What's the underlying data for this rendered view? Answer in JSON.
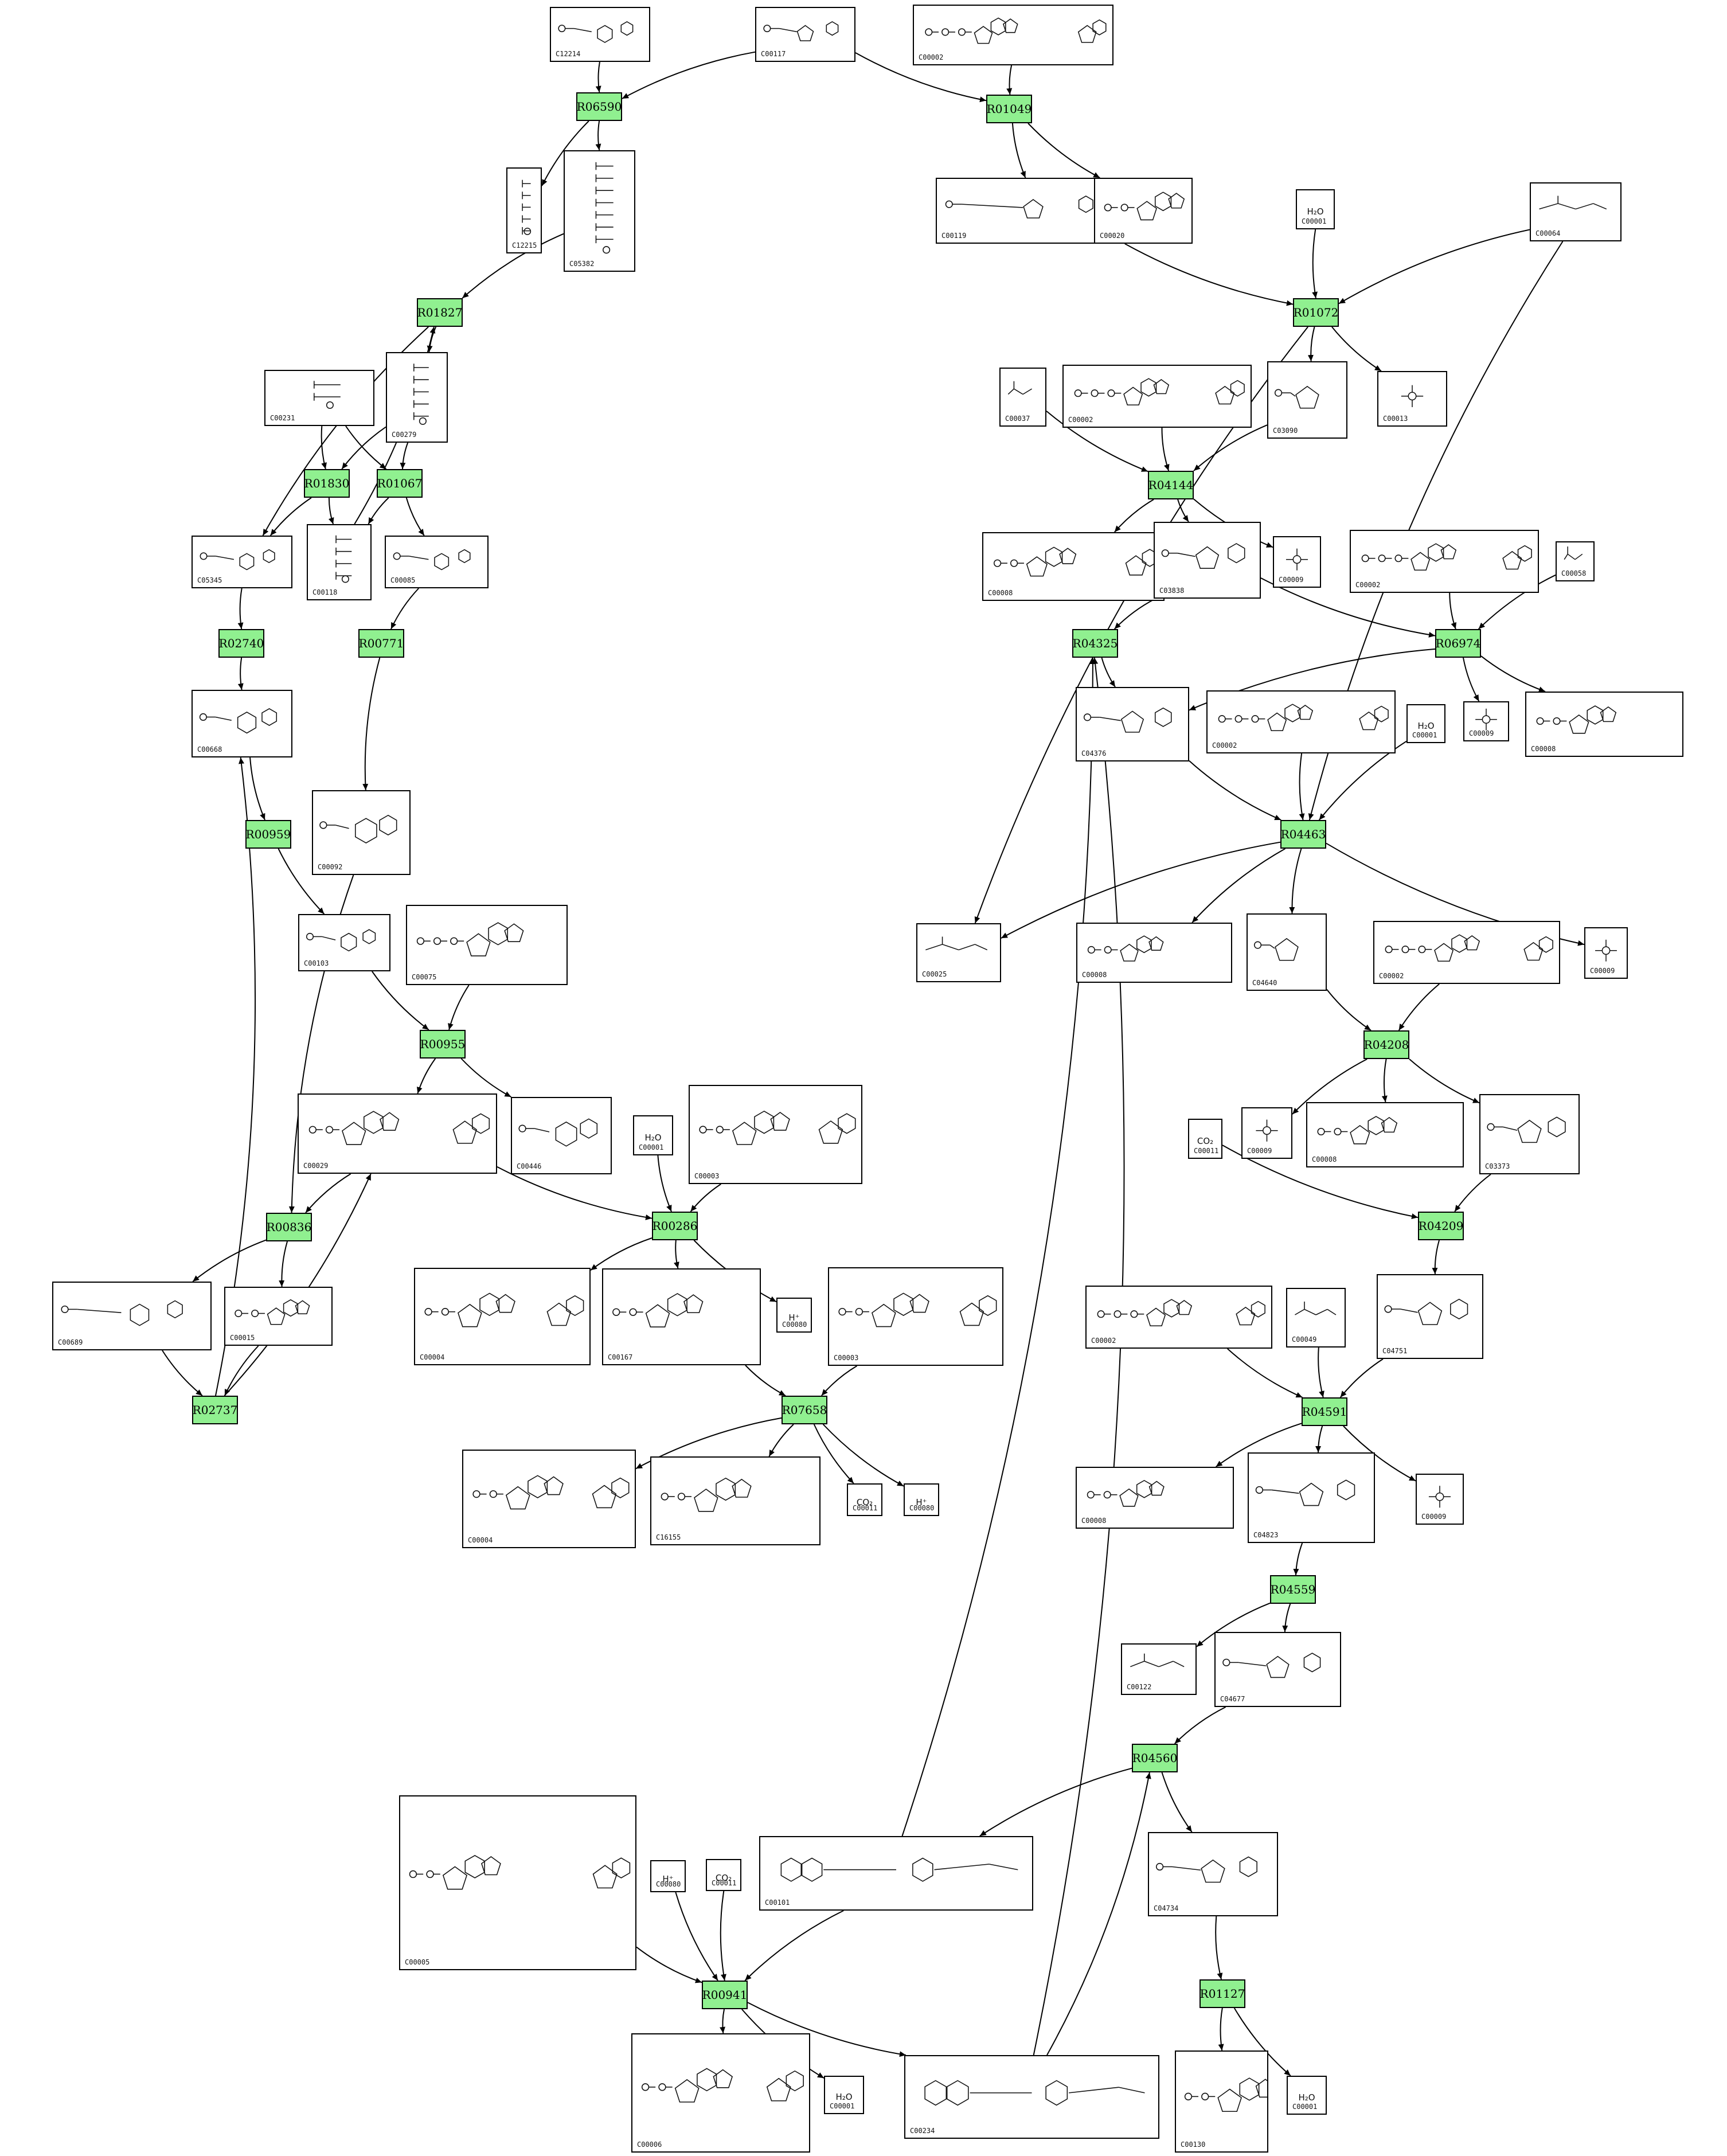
{
  "reaction_fill": "#90f090",
  "edge_color": "#000000",
  "reactions": [
    {
      "key": "R06590",
      "label": "R06590"
    },
    {
      "key": "R01049",
      "label": "R01049"
    },
    {
      "key": "R01827",
      "label": "R01827"
    },
    {
      "key": "R01072",
      "label": "R01072"
    },
    {
      "key": "R01830",
      "label": "R01830"
    },
    {
      "key": "R01067",
      "label": "R01067"
    },
    {
      "key": "R04144",
      "label": "R04144"
    },
    {
      "key": "R02740",
      "label": "R02740"
    },
    {
      "key": "R00771",
      "label": "R00771"
    },
    {
      "key": "R04325",
      "label": "R04325"
    },
    {
      "key": "R06974",
      "label": "R06974"
    },
    {
      "key": "R00959",
      "label": "R00959"
    },
    {
      "key": "R04463",
      "label": "R04463"
    },
    {
      "key": "R00955",
      "label": "R00955"
    },
    {
      "key": "R04208",
      "label": "R04208"
    },
    {
      "key": "R00836",
      "label": "R00836"
    },
    {
      "key": "R00286",
      "label": "R00286"
    },
    {
      "key": "R04209",
      "label": "R04209"
    },
    {
      "key": "R02737",
      "label": "R02737"
    },
    {
      "key": "R07658",
      "label": "R07658"
    },
    {
      "key": "R04591",
      "label": "R04591"
    },
    {
      "key": "R04559",
      "label": "R04559"
    },
    {
      "key": "R04560",
      "label": "R04560"
    },
    {
      "key": "R00941",
      "label": "R00941"
    },
    {
      "key": "R01127",
      "label": "R01127"
    }
  ],
  "compounds": [
    {
      "key": "C12214",
      "id": "C12214",
      "icon": "sugar-phosphate"
    },
    {
      "key": "C00117",
      "id": "C00117",
      "icon": "ribose-phosphate"
    },
    {
      "key": "C00002a",
      "id": "C00002",
      "icon": "nucleotide-triphosphate"
    },
    {
      "key": "C12215",
      "id": "C12215",
      "icon": "chain-phosphate"
    },
    {
      "key": "C05382",
      "id": "C05382",
      "icon": "chain-phosphate"
    },
    {
      "key": "C00119",
      "id": "C00119",
      "icon": "ribose-phosphate"
    },
    {
      "key": "C00020",
      "id": "C00020",
      "icon": "nucleotide"
    },
    {
      "key": "C00001a",
      "id": "C00001",
      "icon": "water",
      "formula": "H₂O"
    },
    {
      "key": "C00064",
      "id": "C00064",
      "icon": "amino-acid"
    },
    {
      "key": "C00231",
      "id": "C00231",
      "icon": "chain-phosphate"
    },
    {
      "key": "C00279",
      "id": "C00279",
      "icon": "chain-phosphate"
    },
    {
      "key": "C00037",
      "id": "C00037",
      "icon": "amino-acid"
    },
    {
      "key": "C00002b",
      "id": "C00002",
      "icon": "nucleotide-triphosphate"
    },
    {
      "key": "C03090",
      "id": "C03090",
      "icon": "ribose-phosphate"
    },
    {
      "key": "C00013",
      "id": "C00013",
      "icon": "phosphate"
    },
    {
      "key": "C05345",
      "id": "C05345",
      "icon": "sugar-phosphate"
    },
    {
      "key": "C00118",
      "id": "C00118",
      "icon": "chain-phosphate"
    },
    {
      "key": "C00085",
      "id": "C00085",
      "icon": "sugar-phosphate"
    },
    {
      "key": "C00008a",
      "id": "C00008",
      "icon": "nucleotide"
    },
    {
      "key": "C03838",
      "id": "C03838",
      "icon": "ribose-phosphate"
    },
    {
      "key": "C00009a",
      "id": "C00009",
      "icon": "phosphate"
    },
    {
      "key": "C00002c",
      "id": "C00002",
      "icon": "nucleotide-triphosphate"
    },
    {
      "key": "C00058",
      "id": "C00058",
      "icon": "formate"
    },
    {
      "key": "C00668",
      "id": "C00668",
      "icon": "sugar-phosphate"
    },
    {
      "key": "C04376",
      "id": "C04376",
      "icon": "ribose-phosphate"
    },
    {
      "key": "C00002d",
      "id": "C00002",
      "icon": "nucleotide-triphosphate"
    },
    {
      "key": "C00001b",
      "id": "C00001",
      "icon": "water",
      "formula": "H₂O"
    },
    {
      "key": "C00009b",
      "id": "C00009",
      "icon": "phosphate"
    },
    {
      "key": "C00008b",
      "id": "C00008",
      "icon": "nucleotide"
    },
    {
      "key": "C00092",
      "id": "C00092",
      "icon": "sugar-phosphate"
    },
    {
      "key": "C00025",
      "id": "C00025",
      "icon": "amino-acid"
    },
    {
      "key": "C00008c",
      "id": "C00008",
      "icon": "nucleotide"
    },
    {
      "key": "C04640",
      "id": "C04640",
      "icon": "ribose-phosphate"
    },
    {
      "key": "C00002e",
      "id": "C00002",
      "icon": "nucleotide-triphosphate"
    },
    {
      "key": "C00009c",
      "id": "C00009",
      "icon": "phosphate"
    },
    {
      "key": "C00103",
      "id": "C00103",
      "icon": "sugar-phosphate"
    },
    {
      "key": "C00075",
      "id": "C00075",
      "icon": "nucleotide-triphosphate"
    },
    {
      "key": "C00029",
      "id": "C00029",
      "icon": "nucleotide"
    },
    {
      "key": "C00446",
      "id": "C00446",
      "icon": "sugar-phosphate"
    },
    {
      "key": "C00001c",
      "id": "C00001",
      "icon": "water",
      "formula": "H₂O"
    },
    {
      "key": "C00003a",
      "id": "C00003",
      "icon": "nucleotide"
    },
    {
      "key": "C00011a",
      "id": "C00011",
      "icon": "co2",
      "formula": "CO₂"
    },
    {
      "key": "C00009d",
      "id": "C00009",
      "icon": "phosphate"
    },
    {
      "key": "C00008d",
      "id": "C00008",
      "icon": "nucleotide"
    },
    {
      "key": "C03373",
      "id": "C03373",
      "icon": "ribose-phosphate"
    },
    {
      "key": "C00689",
      "id": "C00689",
      "icon": "sugar-phosphate"
    },
    {
      "key": "C00015",
      "id": "C00015",
      "icon": "nucleotide"
    },
    {
      "key": "C00004a",
      "id": "C00004",
      "icon": "nucleotide"
    },
    {
      "key": "C00167",
      "id": "C00167",
      "icon": "nucleotide"
    },
    {
      "key": "C00080a",
      "id": "C00080",
      "icon": "proton",
      "formula": "H⁺"
    },
    {
      "key": "C00003b",
      "id": "C00003",
      "icon": "nucleotide"
    },
    {
      "key": "C00002f",
      "id": "C00002",
      "icon": "nucleotide-triphosphate"
    },
    {
      "key": "C00049",
      "id": "C00049",
      "icon": "amino-acid"
    },
    {
      "key": "C04751",
      "id": "C04751",
      "icon": "ribose-phosphate"
    },
    {
      "key": "C00004b",
      "id": "C00004",
      "icon": "nucleotide"
    },
    {
      "key": "C16155",
      "id": "C16155",
      "icon": "nucleotide"
    },
    {
      "key": "C00011b",
      "id": "C00011",
      "icon": "co2",
      "formula": "CO₂"
    },
    {
      "key": "C00080b",
      "id": "C00080",
      "icon": "proton",
      "formula": "H⁺"
    },
    {
      "key": "C00008e",
      "id": "C00008",
      "icon": "nucleotide"
    },
    {
      "key": "C04823",
      "id": "C04823",
      "icon": "ribose-phosphate"
    },
    {
      "key": "C00009e",
      "id": "C00009",
      "icon": "phosphate"
    },
    {
      "key": "C00122",
      "id": "C00122",
      "icon": "amino-acid"
    },
    {
      "key": "C04677",
      "id": "C04677",
      "icon": "ribose-phosphate"
    },
    {
      "key": "C00005",
      "id": "C00005",
      "icon": "nucleotide"
    },
    {
      "key": "C00080c",
      "id": "C00080",
      "icon": "proton",
      "formula": "H⁺"
    },
    {
      "key": "C00011c",
      "id": "C00011",
      "icon": "co2",
      "formula": "CO₂"
    },
    {
      "key": "C00101",
      "id": "C00101",
      "icon": "folate"
    },
    {
      "key": "C04734",
      "id": "C04734",
      "icon": "ribose-phosphate"
    },
    {
      "key": "C00006",
      "id": "C00006",
      "icon": "nucleotide"
    },
    {
      "key": "C00001d",
      "id": "C00001",
      "icon": "water",
      "formula": "H₂O"
    },
    {
      "key": "C00234",
      "id": "C00234",
      "icon": "folate"
    },
    {
      "key": "C00130",
      "id": "C00130",
      "icon": "nucleotide"
    },
    {
      "key": "C00001e",
      "id": "C00001",
      "icon": "water",
      "formula": "H₂O"
    }
  ]
}
